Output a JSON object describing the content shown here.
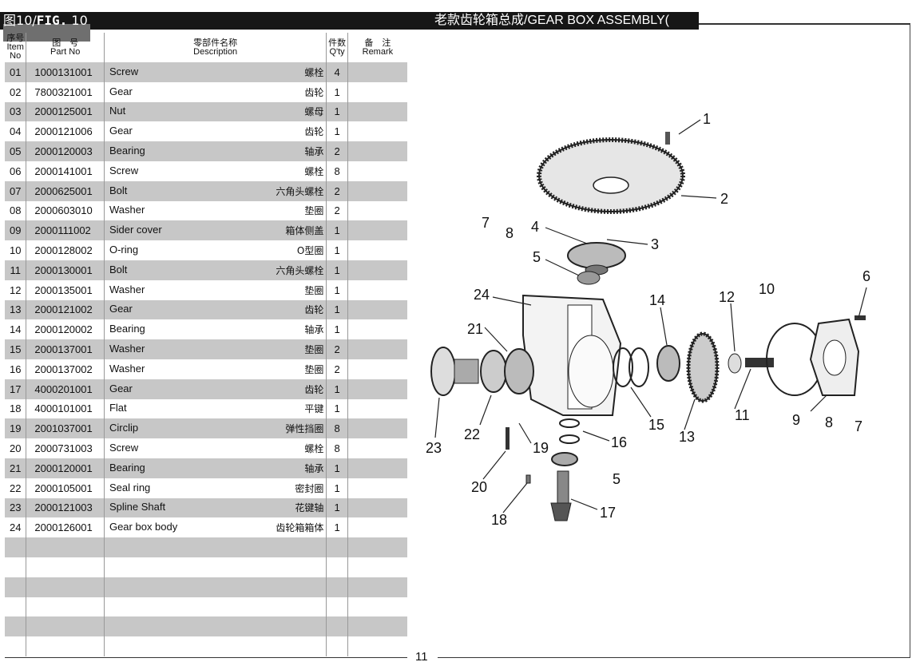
{
  "header": {
    "fig_prefix": "图",
    "fig_num": "10/",
    "fig_en": "FIG.",
    "fig_en_num": " 10",
    "title_cn": "老款齿轮箱总成/",
    "title_en": "GEAR BOX ASSEMBLY("
  },
  "columns": {
    "item": [
      "序号",
      "Item",
      "No"
    ],
    "part": [
      "图　号",
      "Part No"
    ],
    "desc": [
      "零部件名称",
      "Description"
    ],
    "qty": [
      "件数",
      "Q'ty"
    ],
    "remark": [
      "备　注",
      "Remark"
    ]
  },
  "rows": [
    {
      "item": "01",
      "part": "1000131001",
      "desc": "Screw",
      "cn": "螺栓",
      "qty": "4"
    },
    {
      "item": "02",
      "part": "7800321001",
      "desc": "Gear",
      "cn": "齿轮",
      "qty": "1"
    },
    {
      "item": "03",
      "part": "2000125001",
      "desc": "Nut",
      "cn": "螺母",
      "qty": "1"
    },
    {
      "item": "04",
      "part": "2000121006",
      "desc": "Gear",
      "cn": "齿轮",
      "qty": "1"
    },
    {
      "item": "05",
      "part": "2000120003",
      "desc": "Bearing",
      "cn": "轴承",
      "qty": "2"
    },
    {
      "item": "06",
      "part": "2000141001",
      "desc": "Screw",
      "cn": "螺栓",
      "qty": "8"
    },
    {
      "item": "07",
      "part": "2000625001",
      "desc": "Bolt",
      "cn": "六角头螺栓",
      "qty": "2"
    },
    {
      "item": "08",
      "part": "2000603010",
      "desc": "Washer",
      "cn": "垫圈",
      "qty": "2"
    },
    {
      "item": "09",
      "part": "2000111002",
      "desc": "Sider cover",
      "cn": "箱体侧盖",
      "qty": "1"
    },
    {
      "item": "10",
      "part": "2000128002",
      "desc": "O-ring",
      "cn": "O型圈",
      "qty": "1"
    },
    {
      "item": "11",
      "part": "2000130001",
      "desc": "Bolt",
      "cn": "六角头螺栓",
      "qty": "1"
    },
    {
      "item": "12",
      "part": "2000135001",
      "desc": "Washer",
      "cn": "垫圈",
      "qty": "1"
    },
    {
      "item": "13",
      "part": "2000121002",
      "desc": "Gear",
      "cn": "齿轮",
      "qty": "1"
    },
    {
      "item": "14",
      "part": "2000120002",
      "desc": "Bearing",
      "cn": "轴承",
      "qty": "1"
    },
    {
      "item": "15",
      "part": "2000137001",
      "desc": "Washer",
      "cn": "垫圈",
      "qty": "2"
    },
    {
      "item": "16",
      "part": "2000137002",
      "desc": "Washer",
      "cn": "垫圈",
      "qty": "2"
    },
    {
      "item": "17",
      "part": "4000201001",
      "desc": "Gear",
      "cn": "齿轮",
      "qty": "1"
    },
    {
      "item": "18",
      "part": "4000101001",
      "desc": "Flat",
      "cn": "平键",
      "qty": "1"
    },
    {
      "item": "19",
      "part": "2001037001",
      "desc": "Circlip",
      "cn": "弹性挡圈",
      "qty": "8"
    },
    {
      "item": "20",
      "part": "2000731003",
      "desc": "Screw",
      "cn": "螺栓",
      "qty": "8"
    },
    {
      "item": "21",
      "part": "2000120001",
      "desc": "Bearing",
      "cn": "轴承",
      "qty": "1"
    },
    {
      "item": "22",
      "part": "2000105001",
      "desc": "Seal ring",
      "cn": "密封圈",
      "qty": "1"
    },
    {
      "item": "23",
      "part": "2000121003",
      "desc": "Spline Shaft",
      "cn": "花键轴",
      "qty": "1"
    },
    {
      "item": "24",
      "part": "2000126001",
      "desc": "Gear box body",
      "cn": "齿轮箱箱体",
      "qty": "1"
    }
  ],
  "page_number": "11",
  "callouts": [
    "1",
    "2",
    "3",
    "4",
    "5",
    "6",
    "7",
    "8",
    "9",
    "10",
    "11",
    "12",
    "13",
    "14",
    "15",
    "16",
    "17",
    "18",
    "19",
    "20",
    "21",
    "22",
    "23",
    "24",
    "5",
    "7",
    "8"
  ]
}
